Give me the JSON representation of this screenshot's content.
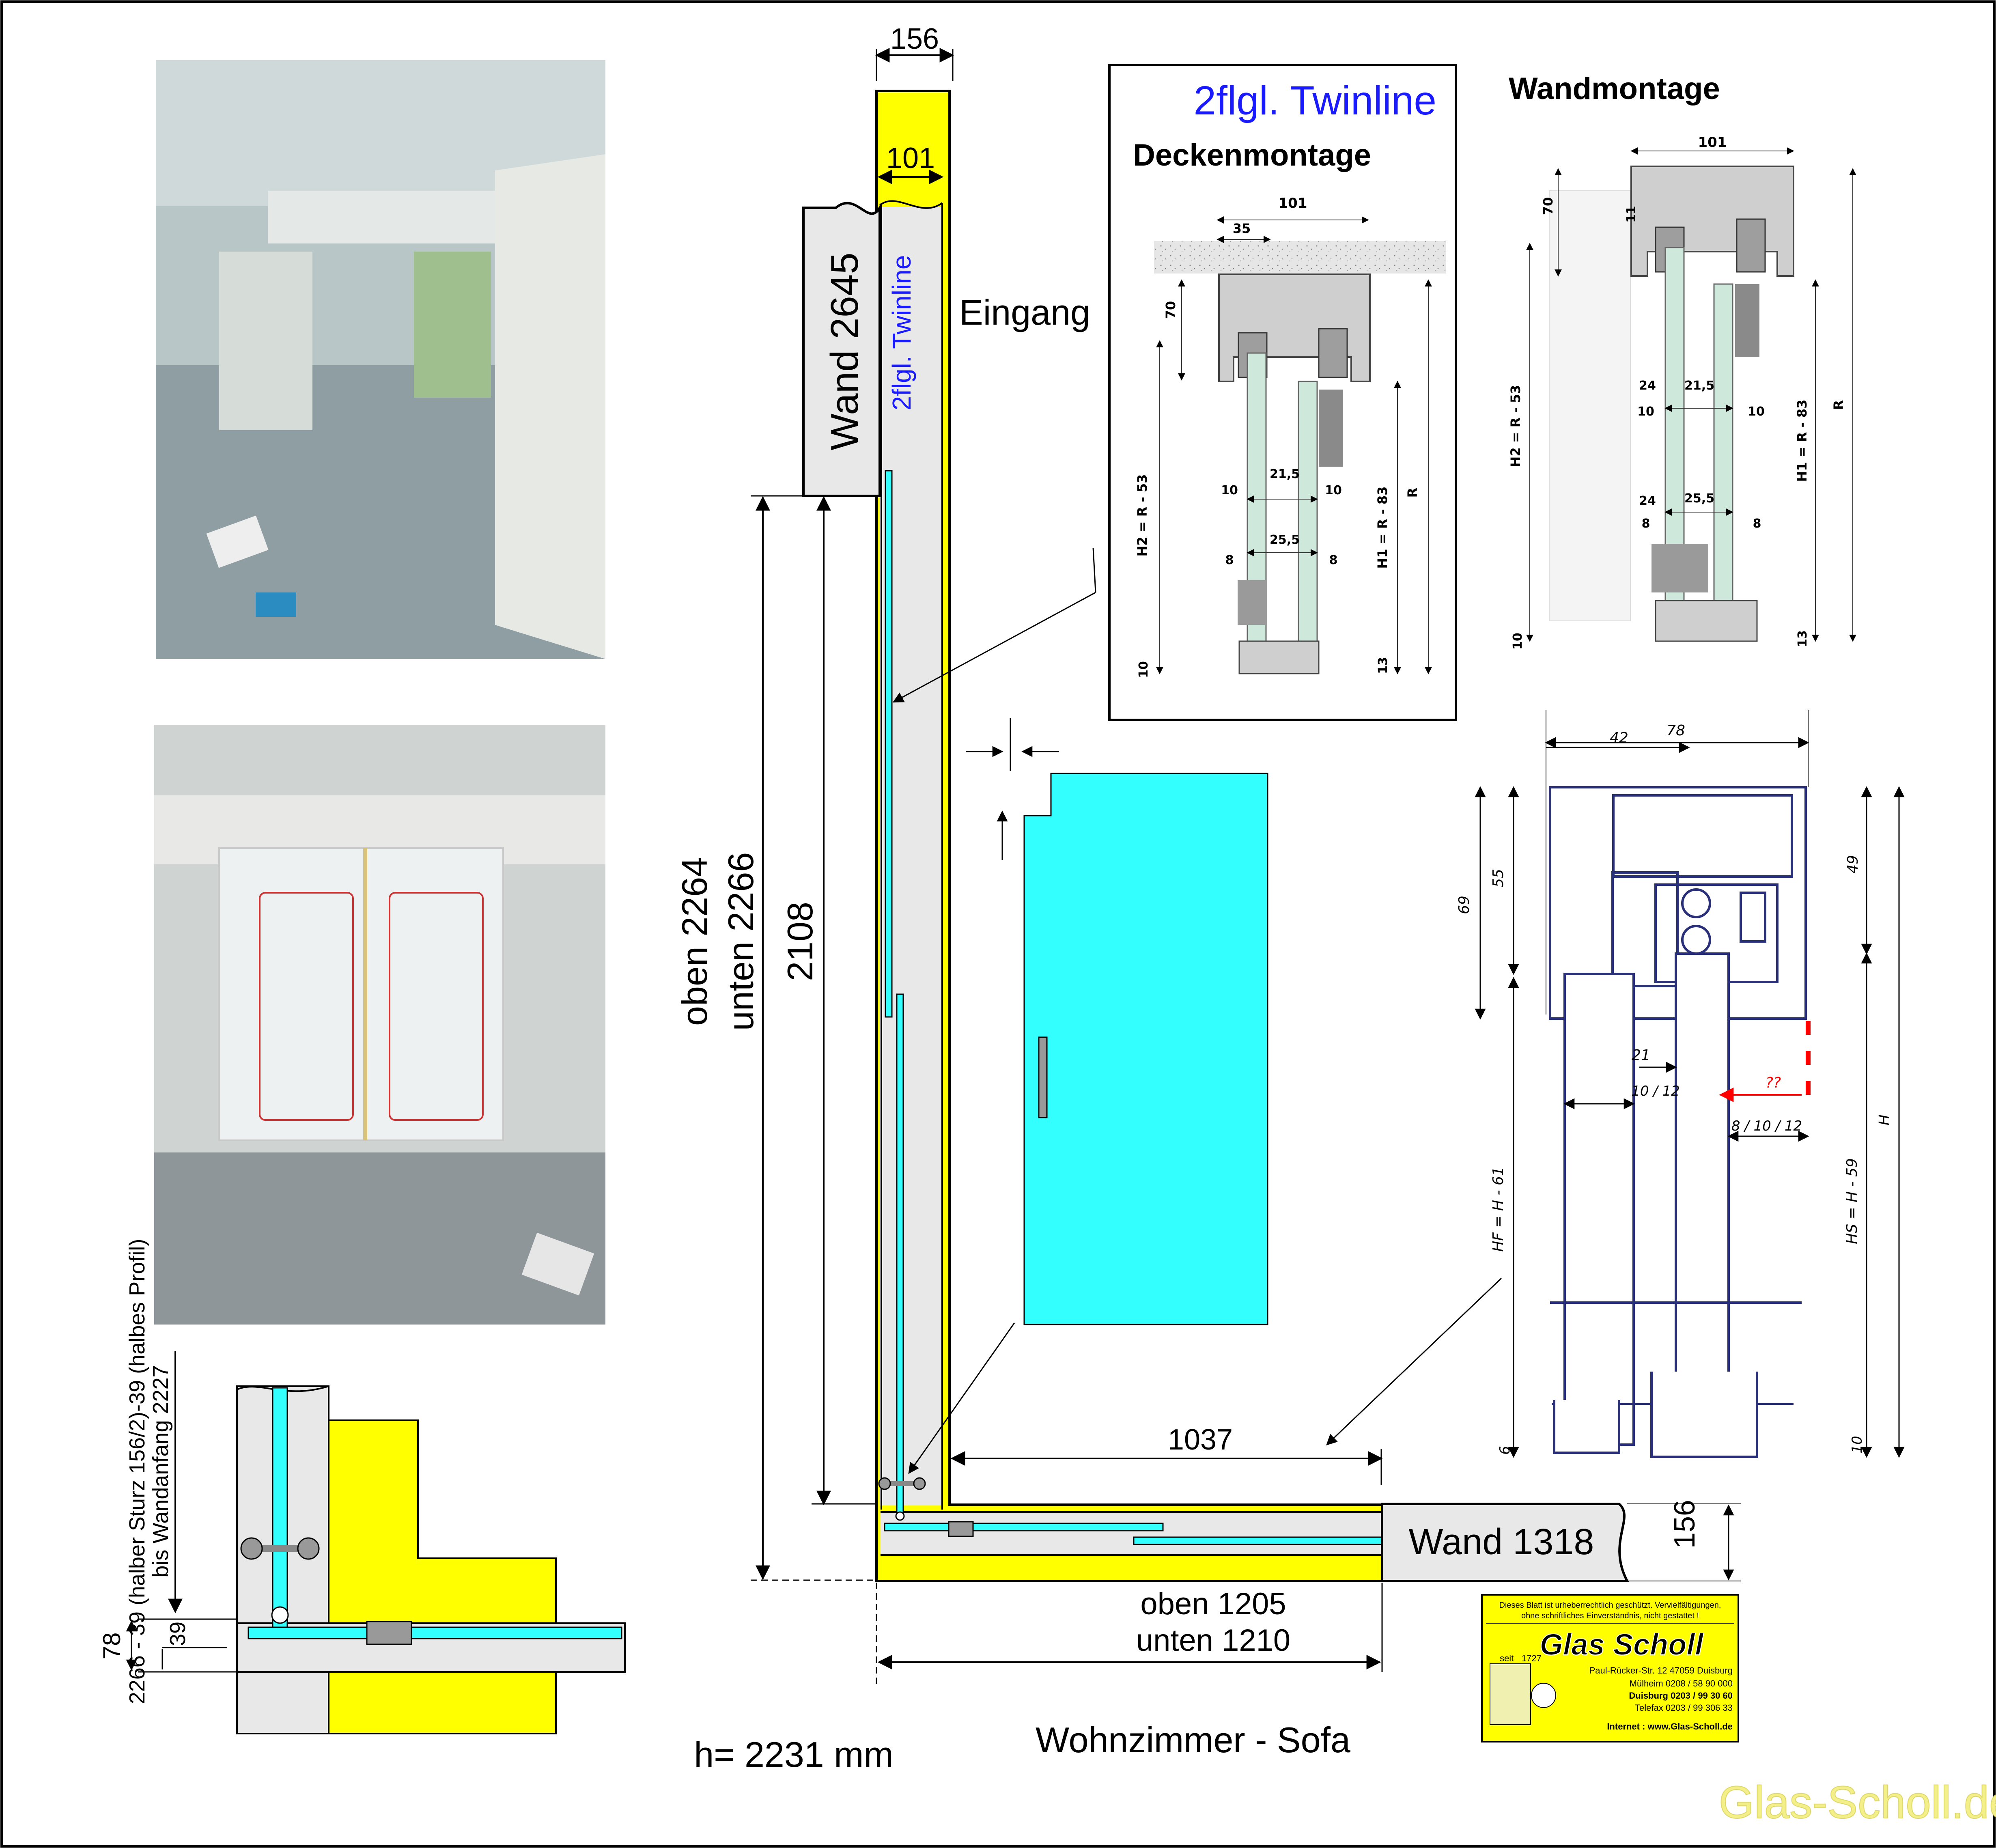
{
  "colors": {
    "profile_yellow": "#ffff00",
    "glass_cyan": "#33ffff",
    "wall_gray": "#e8e8e8",
    "title_blue": "#1a1aff",
    "watermark": "#f3f08a",
    "warning_red": "#ff0000",
    "tech_navy": "#2a2f7a"
  },
  "main_plan": {
    "dim_top_width": "156",
    "dim_inner_width": "101",
    "wall_left_label": "Wand 2645",
    "profile_vertical_label": "2flgl. Twinline",
    "entrance_label": "Eingang",
    "dim_left_outer_line1": "oben 2264",
    "dim_left_outer_line2": "unten 2266",
    "dim_left_inner": "2108",
    "dim_bottom_run": "1037",
    "wall_right_label": "Wand 1318",
    "dim_right_small": "156",
    "dim_bottom_line1": "oben 1205",
    "dim_bottom_line2": "unten 1210",
    "room_label": "Wohnzimmer - Sofa",
    "height_label": "h= 2231 mm"
  },
  "detail": {
    "note_line1": "2266 - 39 (halber Sturz 156/2)-39 (halbes Profil)",
    "note_line2": "bis Wandanfang 2227",
    "dim_78": "78",
    "dim_39": "39"
  },
  "deckenmontage": {
    "title": "2flgl. Twinline",
    "subtitle": "Deckenmontage",
    "dims": [
      "101",
      "35",
      "70",
      "H2 = R - 53",
      "H1 = R - 83",
      "R",
      "10",
      "21,5",
      "10",
      "8",
      "25,5",
      "8",
      "10",
      "13"
    ]
  },
  "wandmontage": {
    "title": "Wandmontage",
    "dims": [
      "101",
      "70",
      "11",
      "H2 = R - 53",
      "24",
      "21,5",
      "10",
      "10",
      "24",
      "25,5",
      "8",
      "8",
      "H1 = R - 83",
      "R",
      "10",
      "13"
    ]
  },
  "profile_section": {
    "dims": [
      "78",
      "42",
      "69",
      "55",
      "49",
      "21",
      "10 / 12",
      "8 / 10 / 12",
      "??",
      "H",
      "HF = H - 61",
      "HS = H - 59",
      "6",
      "10"
    ]
  },
  "stamp": {
    "header_line1": "Dieses Blatt ist urheberrechtlich geschützt. Vervielfältigungen,",
    "header_line2": "ohne schriftliches Einverständnis, nicht gestattet !",
    "brand": "Glas Scholl",
    "seit": "seit",
    "year": "1727",
    "address": "Paul-Rücker-Str. 12    47059 Duisburg",
    "muelheim": "Mülheim   0208 / 58 90 000",
    "duisburg": "Duisburg  0203 / 99 30 60",
    "telefax": "Telefax    0203 / 99 306 33",
    "internet": "Internet : www.Glas-Scholl.de"
  },
  "watermark": "Glas-Scholl.de"
}
